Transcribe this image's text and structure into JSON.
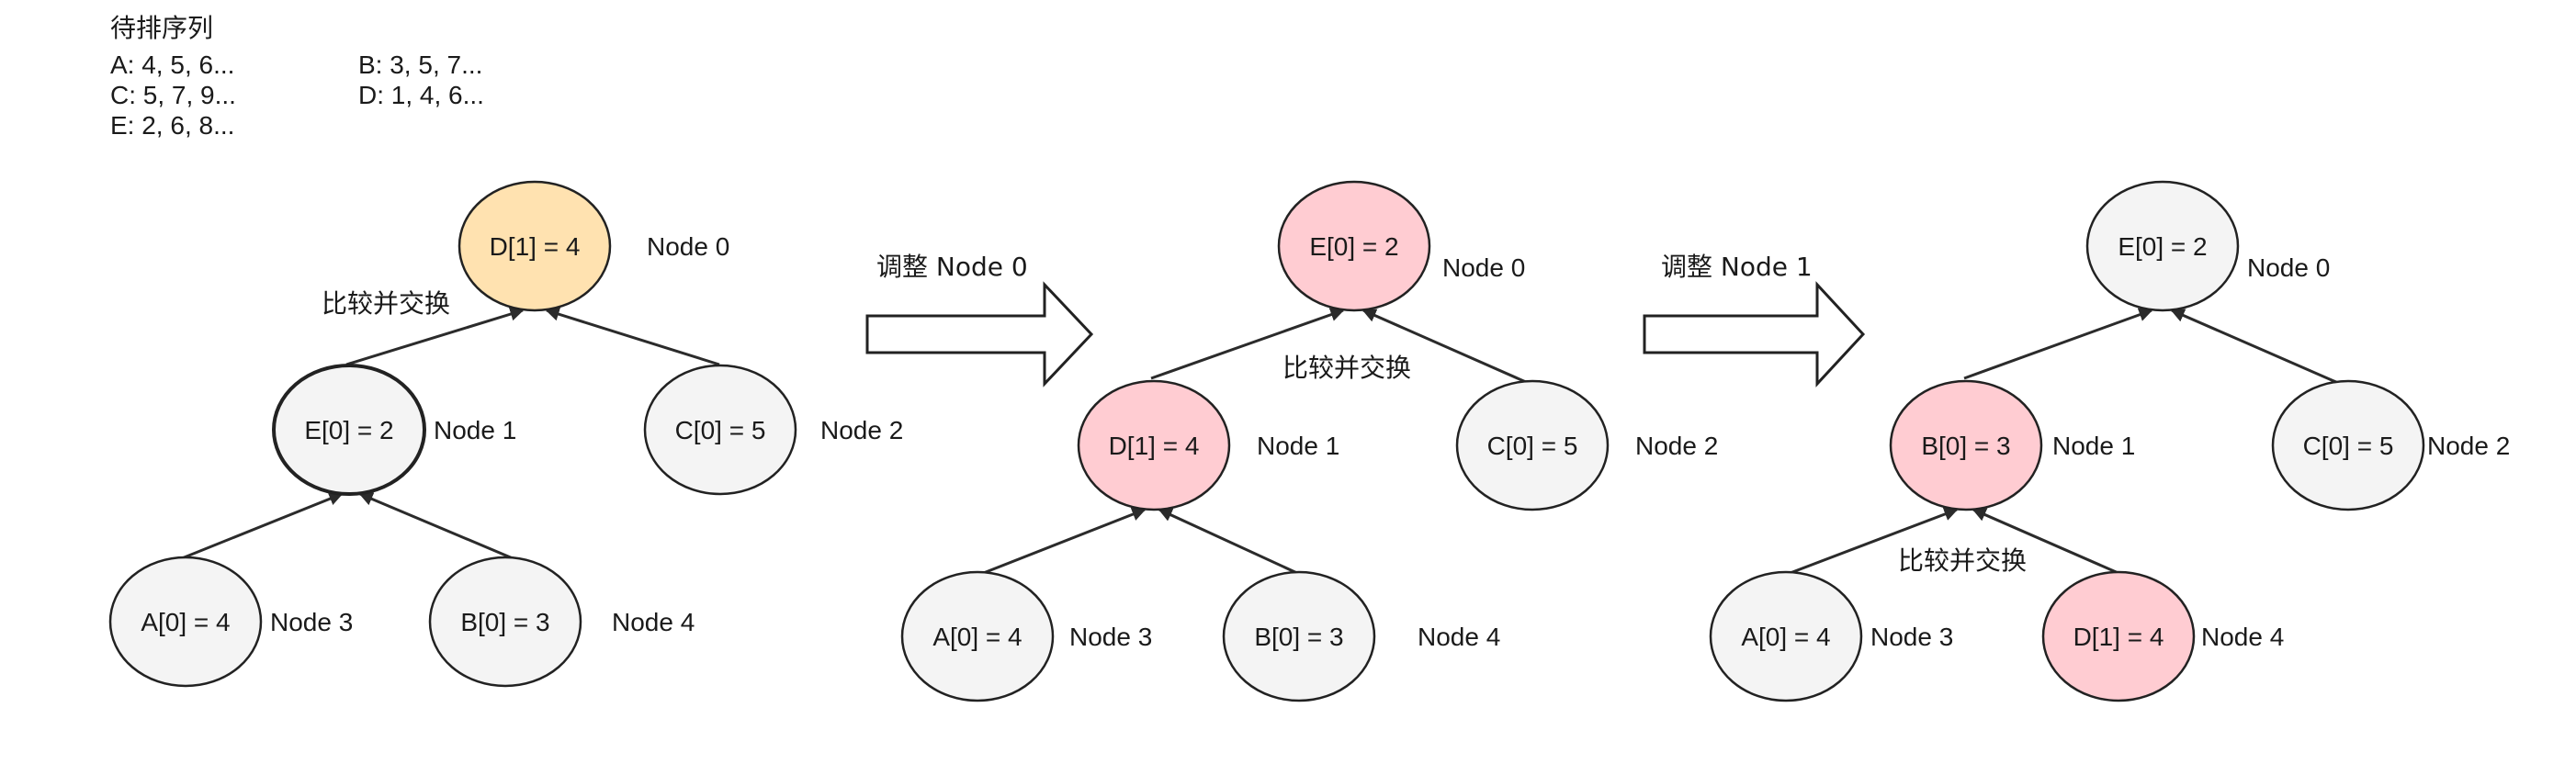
{
  "legend": {
    "title": "待排序列",
    "rows": [
      [
        "A: 4, 5, 6...",
        "B: 3, 5, 7..."
      ],
      [
        "C: 5, 7, 9...",
        "D: 1, 4, 6..."
      ],
      [
        "E: 2, 6, 8...",
        ""
      ]
    ]
  },
  "colors": {
    "orange": "#ffe2b0",
    "pink": "#ffccd2",
    "gray": "#f4f4f4",
    "stroke": "#222222"
  },
  "trees": [
    {
      "nodes": [
        {
          "value": "D[1] = 4",
          "label": "Node 0",
          "fill": "orange",
          "bold": false
        },
        {
          "value": "E[0] = 2",
          "label": "Node 1",
          "fill": "gray",
          "bold": true
        },
        {
          "value": "C[0] = 5",
          "label": "Node 2",
          "fill": "gray",
          "bold": false
        },
        {
          "value": "A[0] = 4",
          "label": "Node 3",
          "fill": "gray",
          "bold": false
        },
        {
          "value": "B[0] = 3",
          "label": "Node 4",
          "fill": "gray",
          "bold": false
        }
      ],
      "annotation": "比较并交换"
    },
    {
      "nodes": [
        {
          "value": "E[0] = 2",
          "label": "Node 0",
          "fill": "pink",
          "bold": false
        },
        {
          "value": "D[1] = 4",
          "label": "Node 1",
          "fill": "pink",
          "bold": false
        },
        {
          "value": "C[0] = 5",
          "label": "Node 2",
          "fill": "gray",
          "bold": false
        },
        {
          "value": "A[0] = 4",
          "label": "Node 3",
          "fill": "gray",
          "bold": false
        },
        {
          "value": "B[0] = 3",
          "label": "Node 4",
          "fill": "gray",
          "bold": false
        }
      ],
      "annotation": "比较并交换"
    },
    {
      "nodes": [
        {
          "value": "E[0] = 2",
          "label": "Node 0",
          "fill": "gray",
          "bold": false
        },
        {
          "value": "B[0] = 3",
          "label": "Node 1",
          "fill": "pink",
          "bold": false
        },
        {
          "value": "C[0] = 5",
          "label": "Node 2",
          "fill": "gray",
          "bold": false
        },
        {
          "value": "A[0] = 4",
          "label": "Node 3",
          "fill": "gray",
          "bold": false
        },
        {
          "value": "D[1] = 4",
          "label": "Node 4",
          "fill": "pink",
          "bold": false
        }
      ],
      "annotation": "比较并交换"
    }
  ],
  "steps": [
    {
      "label": "调整 Node 0"
    },
    {
      "label": "调整 Node 1"
    }
  ]
}
